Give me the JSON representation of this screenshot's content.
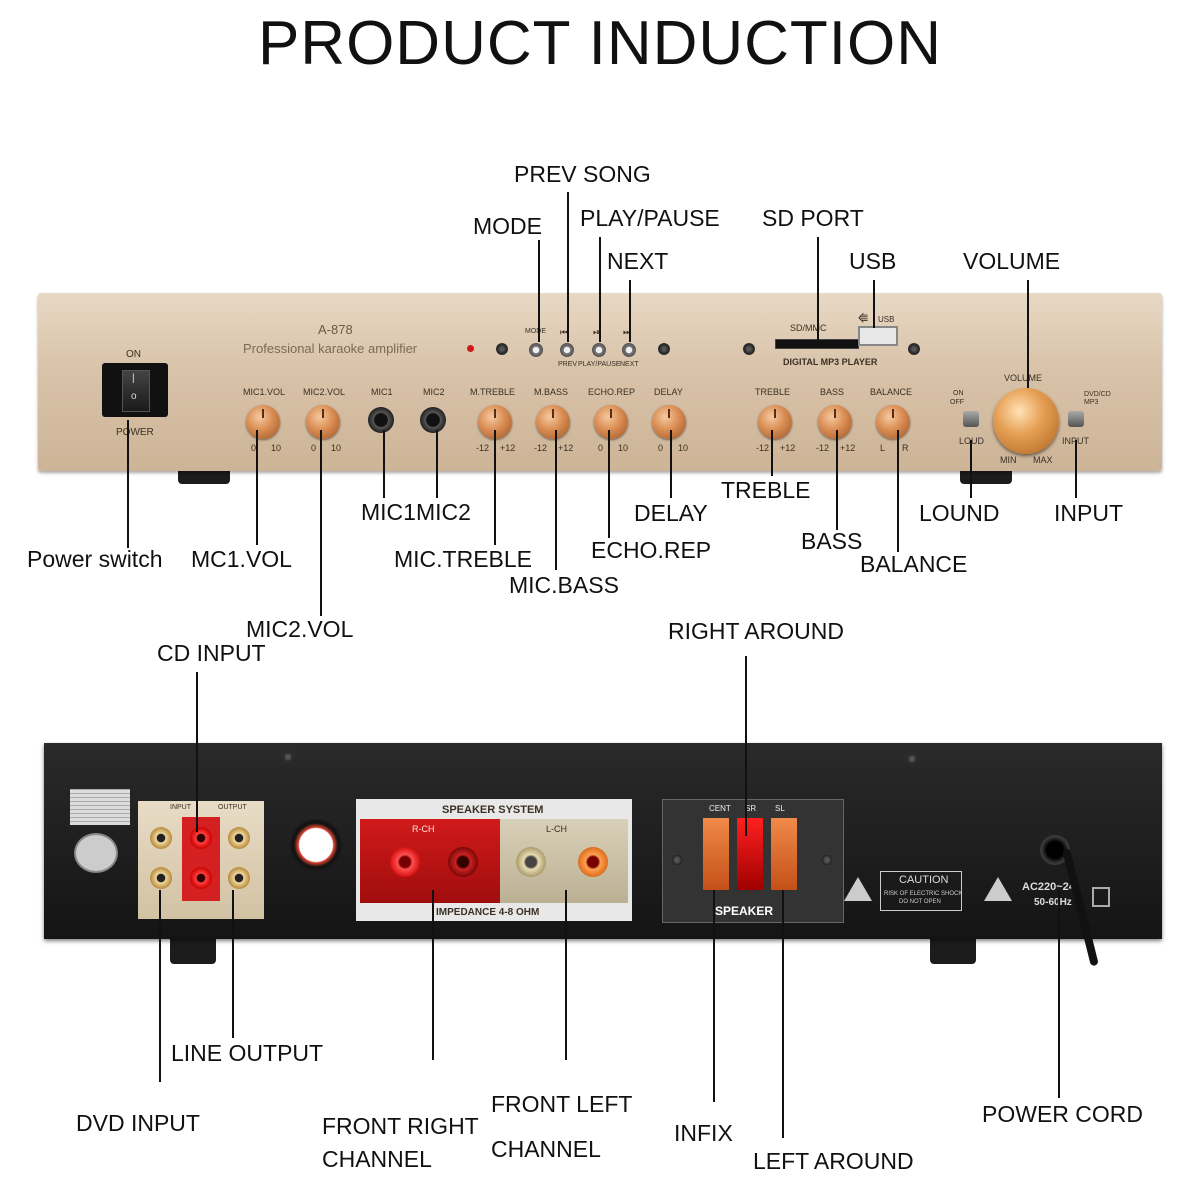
{
  "title": "PRODUCT INDUCTION",
  "front_panel": {
    "model": "A-878",
    "subtitle": "Professional karaoke amplifier",
    "on_label": "ON",
    "power_label": "POWER",
    "mode_label": "MODE",
    "prev_label": "PREV",
    "playpause_label": "PLAY/PAUSE",
    "next_label": "NEXT",
    "sd_label": "SD/MMC",
    "usb_label": "USB",
    "mp3_label": "DIGITAL MP3 PLAYER",
    "volume_label": "VOLUME",
    "loud_label": "LOUD",
    "loud_on": "ON",
    "loud_off": "OFF",
    "input_label": "INPUT",
    "input_dvd": "DVD/CD",
    "input_mp3": "MP3",
    "min_label": "MIN",
    "max_label": "MAX",
    "knobs": [
      {
        "label": "MIC1.VOL",
        "min": "0",
        "max": "10"
      },
      {
        "label": "MIC2.VOL",
        "min": "0",
        "max": "10"
      },
      {
        "label": "M.TREBLE",
        "min": "-12",
        "max": "+12"
      },
      {
        "label": "M.BASS",
        "min": "-12",
        "max": "+12"
      },
      {
        "label": "ECHO.REP",
        "min": "0",
        "max": "10"
      },
      {
        "label": "DELAY",
        "min": "0",
        "max": "10"
      },
      {
        "label": "TREBLE",
        "min": "-12",
        "max": "+12"
      },
      {
        "label": "BASS",
        "min": "-12",
        "max": "+12"
      },
      {
        "label": "BALANCE",
        "min": "L",
        "max": "R"
      }
    ],
    "jacks": [
      "MIC1",
      "MIC2"
    ]
  },
  "back_panel": {
    "input_label": "INPUT",
    "output_label": "OUTPUT",
    "speaker_system": "SPEAKER SYSTEM",
    "rch": "R-CH",
    "lch": "L-CH",
    "impedance": "IMPEDANCE 4-8 OHM",
    "cent": "CENT",
    "sr": "SR",
    "sl": "SL",
    "speaker": "SPEAKER",
    "caution": "CAUTION",
    "caution_sub1": "RISK OF ELECTRIC SHOCK",
    "caution_sub2": "DO NOT OPEN",
    "ac1": "AC220~24",
    "ac2": "50-60Hz"
  },
  "callouts": {
    "prev_song": "PREV SONG",
    "mode": "MODE",
    "play_pause": "PLAY/PAUSE",
    "next": "NEXT",
    "sd_port": "SD PORT",
    "usb": "USB",
    "volume": "VOLUME",
    "power_switch": "Power switch",
    "mc1_vol": "MC1.VOL",
    "mic2_vol": "MIC2.VOL",
    "mic1mic2": "MIC1MIC2",
    "mic_treble": "MIC.TREBLE",
    "mic_bass": "MIC.BASS",
    "echo_rep": "ECHO.REP",
    "delay": "DELAY",
    "treble": "TREBLE",
    "bass": "BASS",
    "balance": "BALANCE",
    "lound": "LOUND",
    "input": "INPUT",
    "cd_input": "CD INPUT",
    "right_around": "RIGHT AROUND",
    "line_output": "LINE OUTPUT",
    "dvd_input": "DVD INPUT",
    "front_right_1": "FRONT RIGHT",
    "front_right_2": "CHANNEL",
    "front_left_1": "FRONT LEFT",
    "front_left_2": "CHANNEL",
    "infix": "INFIX",
    "left_around": "LEFT AROUND",
    "power_cord": "POWER CORD"
  },
  "colors": {
    "panel_gold": "#d8c2a8",
    "knob_copper": "#d98c52",
    "back_black": "#1a1a1a",
    "terminal_red": "#e02020"
  }
}
